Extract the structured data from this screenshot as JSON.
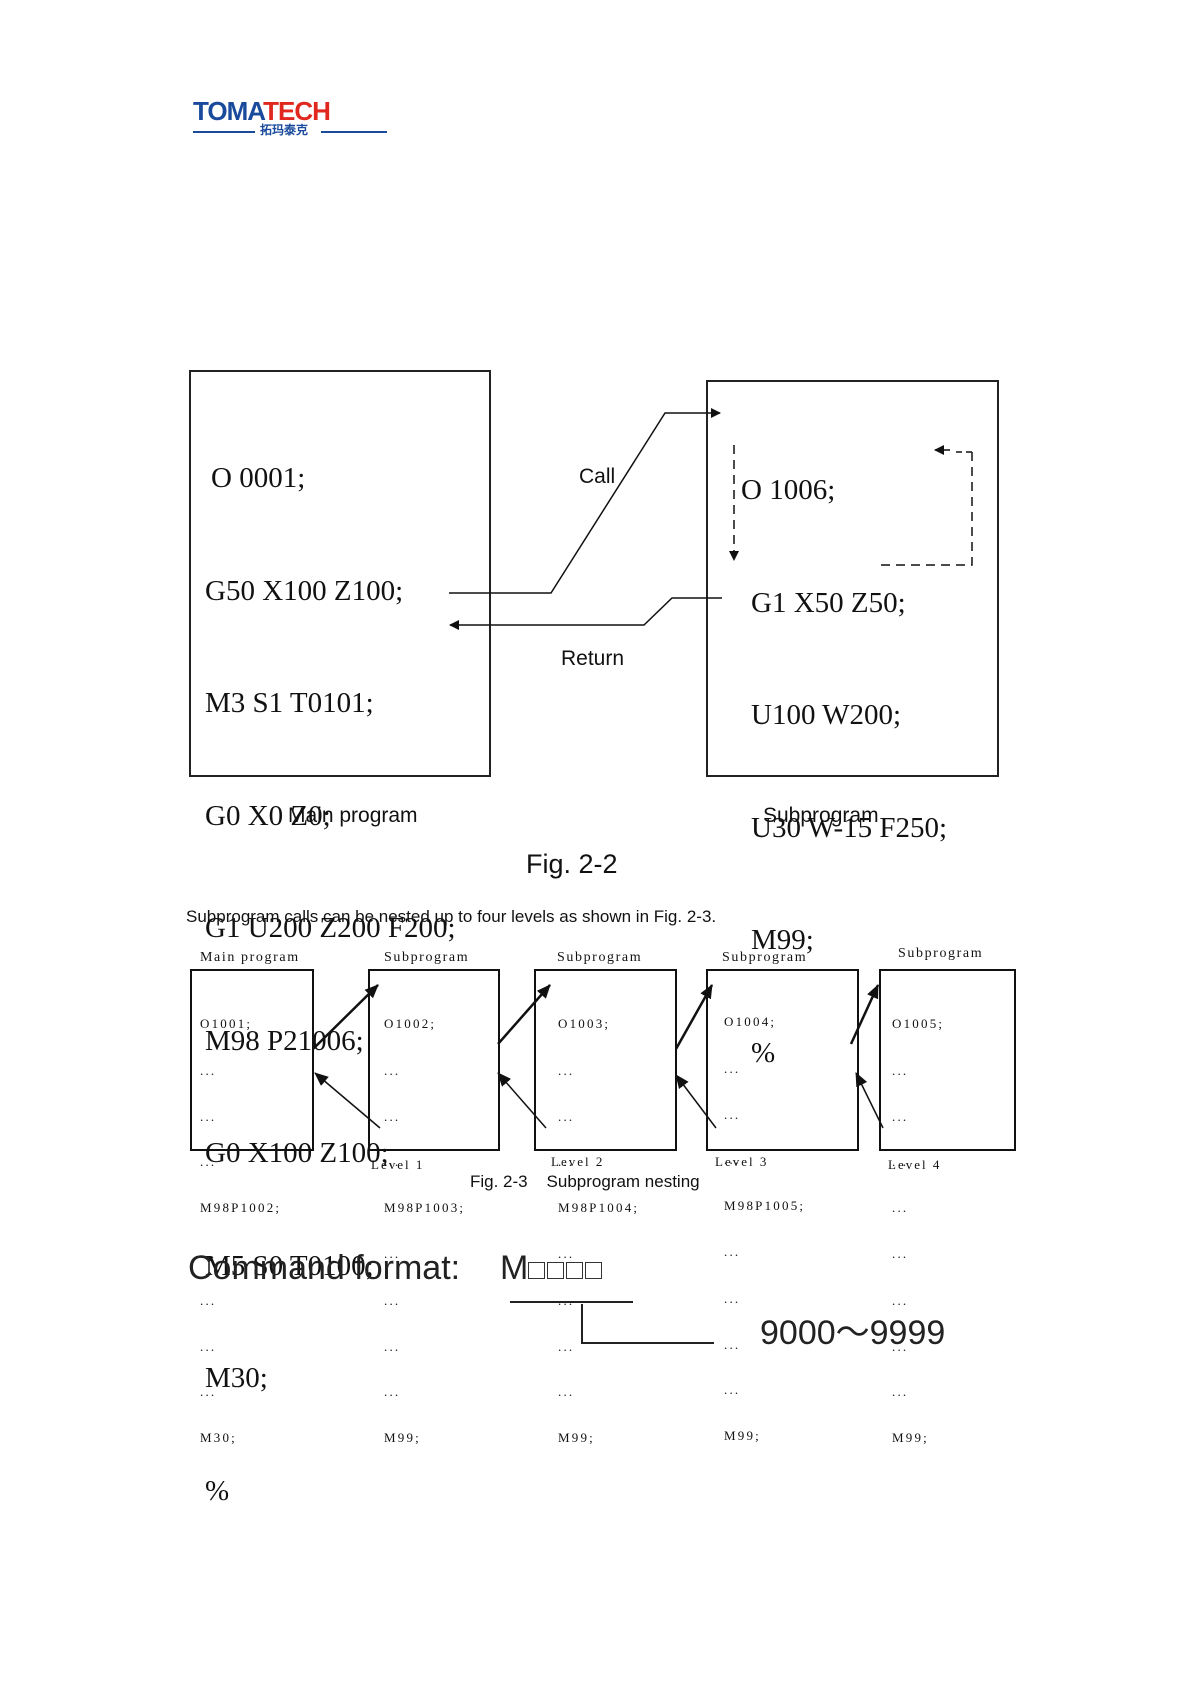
{
  "header": {
    "logo_text_a": "TOMA",
    "logo_text_b": "TECH",
    "logo_sub": "拓玛泰克"
  },
  "fig22": {
    "main_lines": [
      "O 0001;",
      "G50 X100 Z100;",
      "M3 S1 T0101;",
      "G0 X0 Z0;",
      "G1 U200 Z200 F200;",
      "M98 P21006;",
      "G0 X100 Z100;",
      "M5 S0 T0100;",
      "M30;",
      "%"
    ],
    "sub_lines": [
      "O 1006;",
      "G1 X50 Z50;",
      "U100 W200;",
      "U30 W-15 F250;",
      "M99;",
      "%"
    ],
    "call_label": "Call",
    "return_label": "Return",
    "main_caption": "Main program",
    "sub_caption": "Subprogram",
    "title": "Fig. 2-2"
  },
  "paragraph": "Subprogram calls can be nested up to four levels as shown in Fig. 2-3.",
  "fig23": {
    "columns": [
      {
        "head": "Main program",
        "lines": [
          "O1001;",
          "...",
          "...",
          "...",
          "M98P1002;",
          "...",
          "...",
          "...",
          "...",
          "M30;"
        ],
        "level": ""
      },
      {
        "head": "Subprogram",
        "lines": [
          "O1002;",
          "...",
          "...",
          "...",
          "M98P1003;",
          "...",
          "...",
          "...",
          "...",
          "M99;"
        ],
        "level": "Level 1"
      },
      {
        "head": "Subprogram",
        "lines": [
          "O1003;",
          "...",
          "...",
          "...",
          "M98P1004;",
          "...",
          "...",
          "...",
          "...",
          "M99;"
        ],
        "level": "Level 2"
      },
      {
        "head": "Subprogram",
        "lines": [
          "O1004;",
          "...",
          "...",
          "...",
          "M98P1005;",
          "...",
          "...",
          "...",
          "...",
          "M99;"
        ],
        "level": "Level 3"
      },
      {
        "head": "Subprogram",
        "lines": [
          "O1005;",
          "...",
          "...",
          "...",
          "...",
          "...",
          "...",
          "...",
          "...",
          "M99;"
        ],
        "level": "Level 4"
      }
    ],
    "title": "Fig. 2-3    Subprogram nesting"
  },
  "command": {
    "label": "Command format:",
    "letter": "M",
    "range": "9000～9999"
  }
}
